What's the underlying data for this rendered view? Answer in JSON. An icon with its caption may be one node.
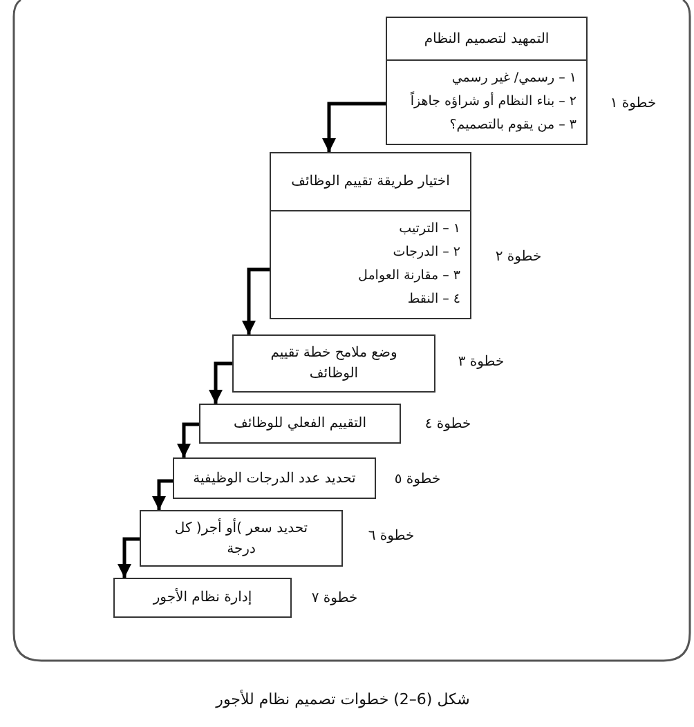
{
  "diagram": {
    "nodes": [
      {
        "text": [
          "التمهيد لتصميم النظام",
          "١ – رسمي/ غير رسمي",
          "٢ – بناء النظام أو شراؤه جاهزاً",
          "٣ – من يقوم بالتصميم؟"
        ],
        "beside": [
          "خطوة ١"
        ]
      },
      {
        "text": [
          "اختيار طريقة تقييم الوظائف",
          "١ – الترتيب",
          "٢ – الدرجات",
          "٣ – مقارنة العوامل",
          "٤ – النقط"
        ],
        "beside": [
          "خطوة ٢"
        ]
      },
      {
        "text": [
          "وضع ملامح خطة تقييم الوظائف"
        ],
        "beside": [
          "خطوة ٣"
        ]
      },
      {
        "text": [
          "التقييم الفعلي للوظائف"
        ],
        "beside": [
          "خطوة ٤"
        ]
      },
      {
        "text": [
          "تحديد عدد الدرجات الوظيفية"
        ],
        "beside": [
          "خطوة ٥"
        ]
      },
      {
        "text": [
          "تحديد سعر )أو أجر( كل درجة"
        ],
        "beside": [
          "خطوة ٦"
        ]
      },
      {
        "text": [
          "إدارة نظام الأجور"
        ],
        "beside": [
          "خطوة ٧"
        ]
      }
    ],
    "edges": [
      {
        "from": 0,
        "to": 1,
        "arrow": "to"
      },
      {
        "from": 1,
        "to": 2,
        "arrow": "to"
      },
      {
        "from": 2,
        "to": 3,
        "arrow": "to"
      },
      {
        "from": 3,
        "to": 4,
        "arrow": "to"
      },
      {
        "from": 4,
        "to": 5,
        "arrow": "to"
      },
      {
        "from": 5,
        "to": 6,
        "arrow": "to"
      }
    ],
    "caption": "شكل (6–2) خطوات تصميم نظام للأجور"
  }
}
